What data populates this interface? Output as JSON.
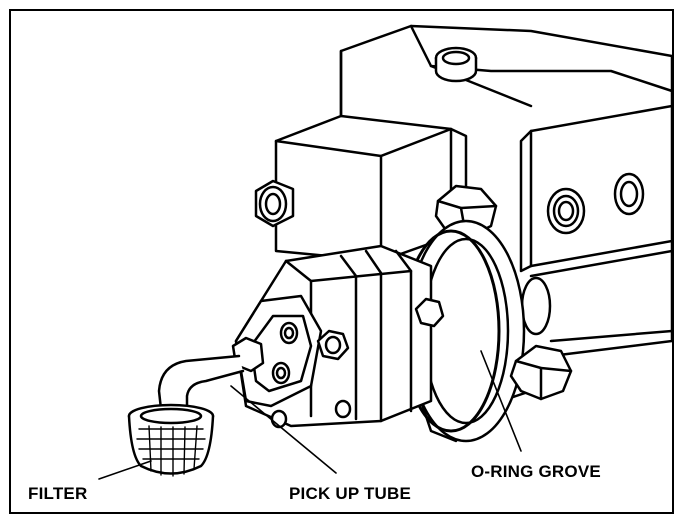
{
  "labels": {
    "filter": "FILTER",
    "pick_up_tube": "PICK UP TUBE",
    "o_ring_groove": "O-RING GROVE"
  },
  "colors": {
    "ink": "#000000",
    "paper": "#ffffff"
  }
}
